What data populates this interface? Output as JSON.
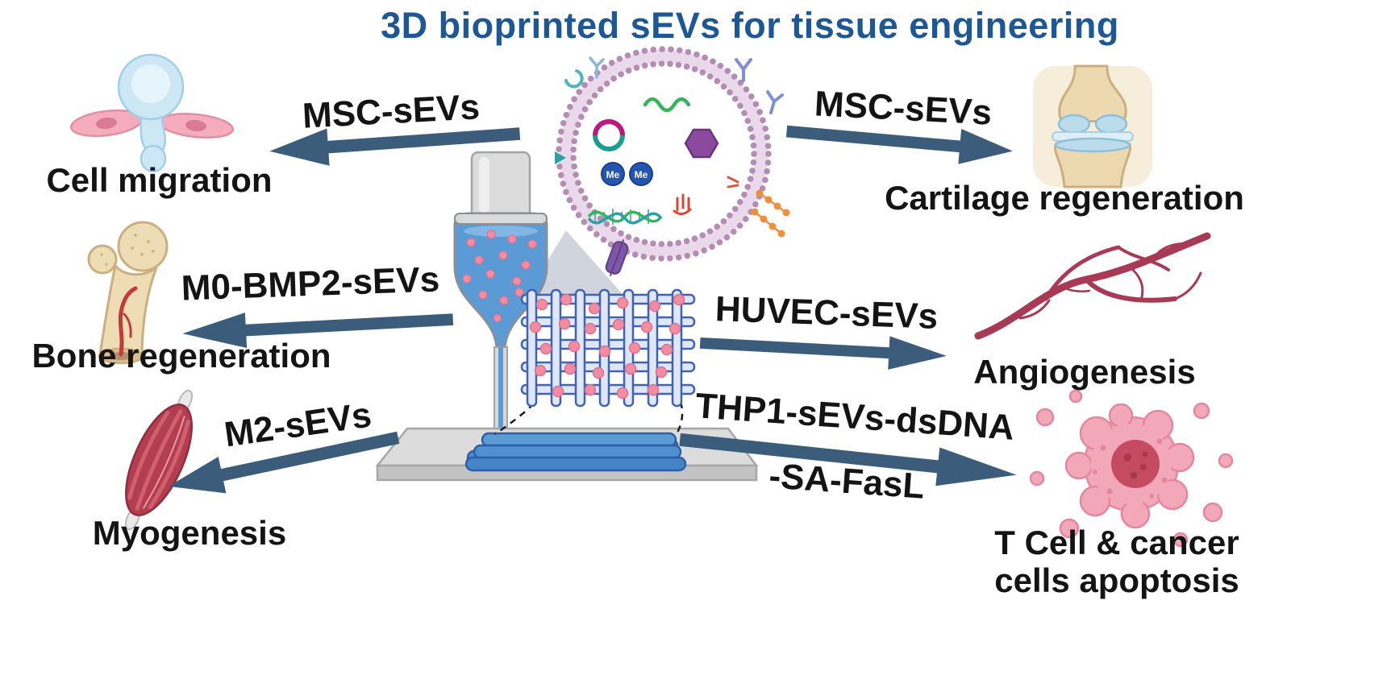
{
  "title": "3D bioprinted sEVs for tissue engineering",
  "colors": {
    "title": "#1d5796",
    "text": "#141414",
    "arrow": "#3c5c7c"
  },
  "exosome": {
    "me_labels": [
      "Me",
      "Me"
    ]
  },
  "applications": {
    "cell_migration": {
      "arrow_label": "MSC-sEVs",
      "caption": "Cell migration"
    },
    "bone_regeneration": {
      "arrow_label": "M0-BMP2-sEVs",
      "caption": "Bone regeneration"
    },
    "myogenesis": {
      "arrow_label": "M2-sEVs",
      "caption": "Myogenesis"
    },
    "cartilage_regeneration": {
      "arrow_label": "MSC-sEVs",
      "caption": "Cartilage regeneration"
    },
    "angiogenesis": {
      "arrow_label": "HUVEC-sEVs",
      "caption": "Angiogenesis"
    },
    "apoptosis": {
      "arrow_label_line1": "THP1-sEVs-dsDNA",
      "arrow_label_line2": "-SA-FasL",
      "caption_line1": "T Cell & cancer",
      "caption_line2": "cells apoptosis"
    }
  }
}
